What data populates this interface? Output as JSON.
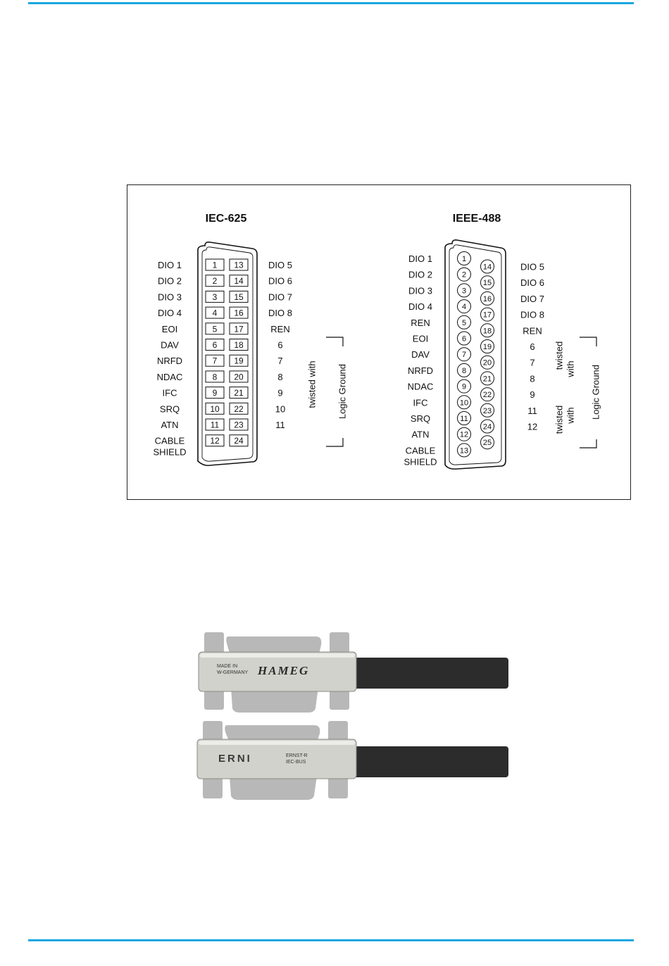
{
  "theme": {
    "accent": "#1ba6e1",
    "ink": "#111111",
    "connector_metal": "#b8b8b8",
    "connector_body": "#d2d2cc",
    "cable": "#2c2c2c"
  },
  "iec625": {
    "title": "IEC-625",
    "connector_shape": "rounded trapezoid, square contact pads",
    "rows": [
      {
        "left": "DIO 1",
        "pin_a": "1",
        "pin_b": "13",
        "right": "DIO 5"
      },
      {
        "left": "DIO 2",
        "pin_a": "2",
        "pin_b": "14",
        "right": "DIO 6"
      },
      {
        "left": "DIO 3",
        "pin_a": "3",
        "pin_b": "15",
        "right": "DIO 7"
      },
      {
        "left": "DIO 4",
        "pin_a": "4",
        "pin_b": "16",
        "right": "DIO 8"
      },
      {
        "left": "EOI",
        "pin_a": "5",
        "pin_b": "17",
        "right": "REN"
      },
      {
        "left": "DAV",
        "pin_a": "6",
        "pin_b": "18",
        "right": "6"
      },
      {
        "left": "NRFD",
        "pin_a": "7",
        "pin_b": "19",
        "right": "7"
      },
      {
        "left": "NDAC",
        "pin_a": "8",
        "pin_b": "20",
        "right": "8"
      },
      {
        "left": "IFC",
        "pin_a": "9",
        "pin_b": "21",
        "right": "9"
      },
      {
        "left": "SRQ",
        "pin_a": "10",
        "pin_b": "22",
        "right": "10"
      },
      {
        "left": "ATN",
        "pin_a": "11",
        "pin_b": "23",
        "right": "11"
      },
      {
        "left": "CABLE",
        "left2": "SHIELD",
        "pin_a": "12",
        "pin_b": "24",
        "right": ""
      }
    ],
    "twisted_label": "twisted with",
    "ground_label": "Logic Ground"
  },
  "ieee488": {
    "title": "IEEE-488",
    "connector_shape": "rounded trapezoid, circular contacts",
    "left_pins": [
      {
        "label": "DIO 1",
        "pin": "1"
      },
      {
        "label": "DIO 2",
        "pin": "2"
      },
      {
        "label": "DIO 3",
        "pin": "3"
      },
      {
        "label": "DIO 4",
        "pin": "4"
      },
      {
        "label": "REN",
        "pin": "5"
      },
      {
        "label": "EOI",
        "pin": "6"
      },
      {
        "label": "DAV",
        "pin": "7"
      },
      {
        "label": "NRFD",
        "pin": "8"
      },
      {
        "label": "NDAC",
        "pin": "9"
      },
      {
        "label": "IFC",
        "pin": "10"
      },
      {
        "label": "SRQ",
        "pin": "11"
      },
      {
        "label": "ATN",
        "pin": "12"
      },
      {
        "label": "CABLE",
        "label2": "SHIELD",
        "pin": "13"
      }
    ],
    "right_pins": [
      {
        "pin": "14",
        "label": "DIO 5"
      },
      {
        "pin": "15",
        "label": "DIO 6"
      },
      {
        "pin": "16",
        "label": "DIO 7"
      },
      {
        "pin": "17",
        "label": "DIO 8"
      },
      {
        "pin": "18",
        "label": "REN"
      },
      {
        "pin": "19",
        "label": "6"
      },
      {
        "pin": "20",
        "label": "7"
      },
      {
        "pin": "21",
        "label": "8"
      },
      {
        "pin": "22",
        "label": "9"
      },
      {
        "pin": "23",
        "label": "11"
      },
      {
        "pin": "24",
        "label": "12"
      },
      {
        "pin": "25",
        "label": ""
      }
    ],
    "twisted_label_top": "twisted",
    "twisted_label_bottom": "with",
    "ground_label": "Logic Ground"
  },
  "photos": {
    "upper": {
      "label_left_1": "MADE IN",
      "label_left_2": "W-GERMANY",
      "label_brand": "HAMEG"
    },
    "lower": {
      "label_brand": "ERNI",
      "label_right_1": "ERNST-R",
      "label_right_2": "IEC-BUS"
    }
  }
}
